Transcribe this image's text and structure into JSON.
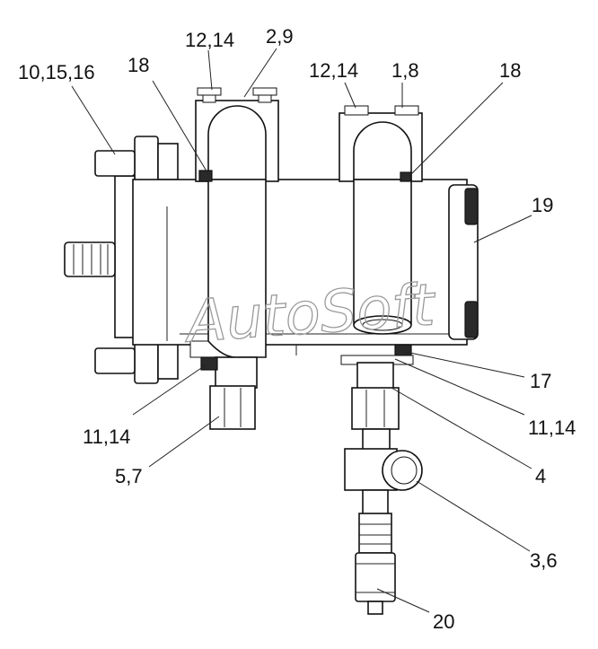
{
  "callouts": {
    "c_10_15_16": "10,15,16",
    "c_18_left": "18",
    "c_12_14_left": "12,14",
    "c_2_9": "2,9",
    "c_12_14_right": "12,14",
    "c_1_8": "1,8",
    "c_18_right": "18",
    "c_19": "19",
    "c_17": "17",
    "c_11_14_right": "11,14",
    "c_4": "4",
    "c_11_14_left": "11,14",
    "c_5_7": "5,7",
    "c_3_6": "3,6",
    "c_20": "20"
  },
  "watermark": "AutoSoft"
}
